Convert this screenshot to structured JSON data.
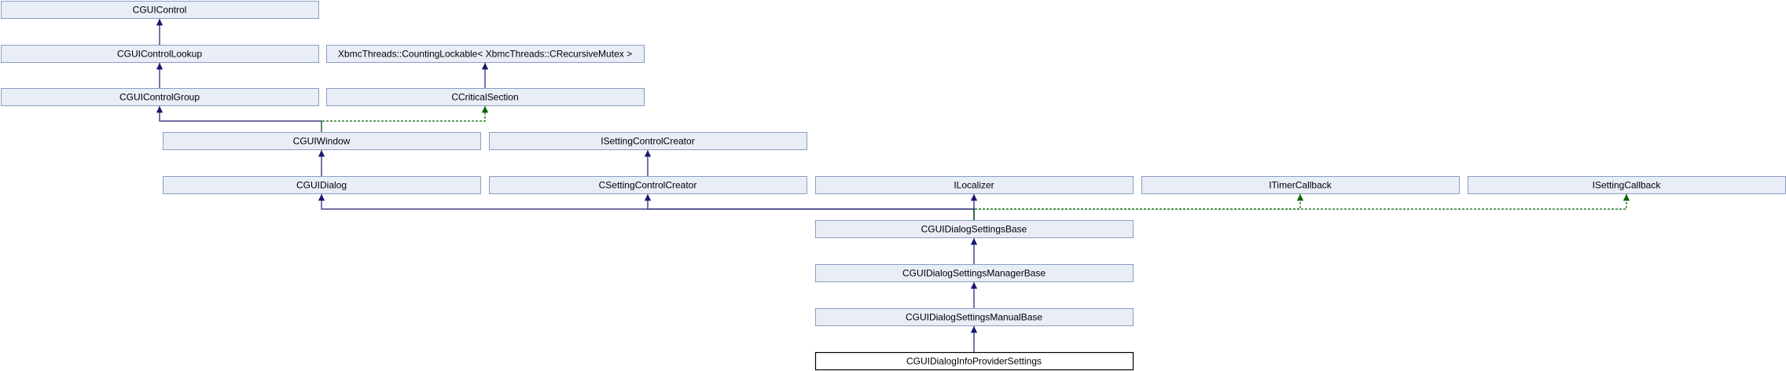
{
  "colors": {
    "node_fill": "#e8edf6",
    "node_border": "#8b9dc3",
    "focus_fill": "#ffffff",
    "focus_border": "#000000",
    "public_edge": "#191970",
    "protected_edge": "#006400"
  },
  "nodes": [
    {
      "id": "cguicontrol",
      "label": "CGUIControl"
    },
    {
      "id": "cguicontrollookup",
      "label": "CGUIControlLookup"
    },
    {
      "id": "countinglockable",
      "label": "XbmcThreads::CountingLockable< XbmcThreads::CRecursiveMutex >"
    },
    {
      "id": "cguicontrolgroup",
      "label": "CGUIControlGroup"
    },
    {
      "id": "ccriticalsection",
      "label": "CCriticalSection"
    },
    {
      "id": "cguiwindow",
      "label": "CGUIWindow"
    },
    {
      "id": "isettingcontrolcreator",
      "label": "ISettingControlCreator"
    },
    {
      "id": "cguidialog",
      "label": "CGUIDialog"
    },
    {
      "id": "csettingcontrolcreator",
      "label": "CSettingControlCreator"
    },
    {
      "id": "ilocalizer",
      "label": "ILocalizer"
    },
    {
      "id": "itimercallback",
      "label": "ITimerCallback"
    },
    {
      "id": "isettingcallback",
      "label": "ISettingCallback"
    },
    {
      "id": "cguidialogsettingsbase",
      "label": "CGUIDialogSettingsBase"
    },
    {
      "id": "cguidialogsettingsmanagerbase",
      "label": "CGUIDialogSettingsManagerBase"
    },
    {
      "id": "cguidialogsettingsmanualbase",
      "label": "CGUIDialogSettingsManualBase"
    },
    {
      "id": "cguidialoginfoprovidersettings",
      "label": "CGUIDialogInfoProviderSettings",
      "focus": true
    }
  ],
  "edges": [
    {
      "from": "cguicontrollookup",
      "to": "cguicontrol",
      "kind": "public"
    },
    {
      "from": "cguicontrolgroup",
      "to": "cguicontrollookup",
      "kind": "public"
    },
    {
      "from": "ccriticalsection",
      "to": "countinglockable",
      "kind": "public"
    },
    {
      "from": "cguiwindow",
      "to": "cguicontrolgroup",
      "kind": "public"
    },
    {
      "from": "cguiwindow",
      "to": "ccriticalsection",
      "kind": "protected"
    },
    {
      "from": "cguidialog",
      "to": "cguiwindow",
      "kind": "public"
    },
    {
      "from": "csettingcontrolcreator",
      "to": "isettingcontrolcreator",
      "kind": "public"
    },
    {
      "from": "cguidialogsettingsbase",
      "to": "cguidialog",
      "kind": "public"
    },
    {
      "from": "cguidialogsettingsbase",
      "to": "csettingcontrolcreator",
      "kind": "public"
    },
    {
      "from": "cguidialogsettingsbase",
      "to": "ilocalizer",
      "kind": "public"
    },
    {
      "from": "cguidialogsettingsbase",
      "to": "itimercallback",
      "kind": "protected"
    },
    {
      "from": "cguidialogsettingsbase",
      "to": "isettingcallback",
      "kind": "protected"
    },
    {
      "from": "cguidialogsettingsmanagerbase",
      "to": "cguidialogsettingsbase",
      "kind": "public"
    },
    {
      "from": "cguidialogsettingsmanualbase",
      "to": "cguidialogsettingsmanagerbase",
      "kind": "public"
    },
    {
      "from": "cguidialoginfoprovidersettings",
      "to": "cguidialogsettingsmanualbase",
      "kind": "public"
    }
  ]
}
